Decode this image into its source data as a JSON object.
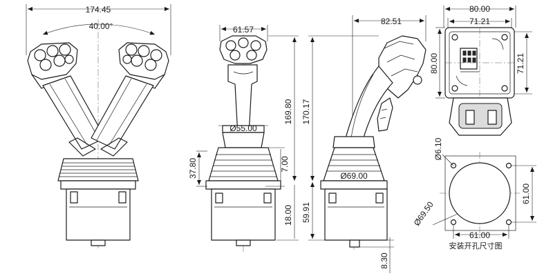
{
  "dimensions": {
    "front_width": "174.45",
    "front_angle": "40.00°",
    "side1_width": "61.57",
    "shaft_dia": "Ø55.00",
    "boot_height": "37.80",
    "side1_offset": "7.00",
    "side1_height": "169.80",
    "side1_base": "18.00",
    "side2_width": "82.51",
    "side2_height": "170.17",
    "side2_body": "59.91",
    "base_dia": "Ø69.00",
    "bottom_depth": "8.30",
    "top_width_outer": "80.00",
    "top_width_inner": "71.21",
    "top_height_outer": "80.00",
    "top_height_inner": "71.21",
    "hole_dia": "Ø6.10",
    "cutout_dia": "Ø69.50",
    "hole_spacing_v": "61.00",
    "hole_spacing_h": "61.00"
  },
  "cutout_caption": "安装开孔尺寸图"
}
